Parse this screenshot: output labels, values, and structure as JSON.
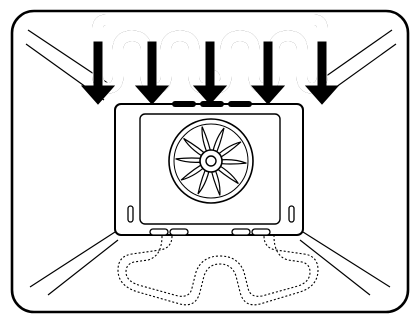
{
  "colors": {
    "stroke": "#000000",
    "background": "#ffffff",
    "watermark": "#e9e9e9"
  },
  "icons": {
    "oven_cavity": "oven-cavity-icon",
    "top_grill_element": "top-grill-element-icon",
    "heat_arrows": "heat-down-arrow-icon",
    "convection_fan": "convection-fan-icon",
    "bottom_element": "bottom-heating-element-icon"
  },
  "diagram": {
    "top_grill_element": "active",
    "heat_direction": "down",
    "down_arrow_count": 5,
    "convection_fan": "active",
    "bottom_element": "inactive"
  }
}
